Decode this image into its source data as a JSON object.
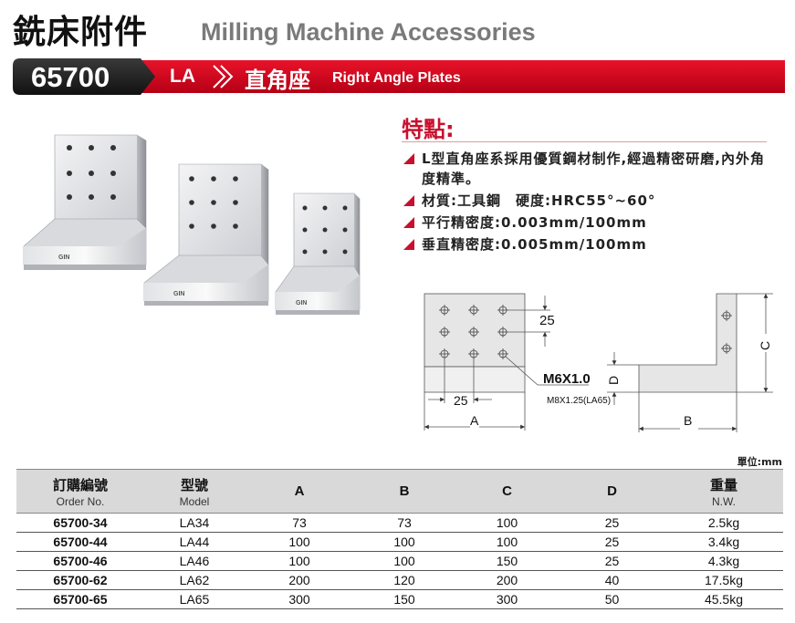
{
  "header": {
    "title_zh": "銑床附件",
    "title_en": "Milling Machine Accessories"
  },
  "banner": {
    "code": "65700",
    "series": "LA",
    "name_zh": "直角座",
    "name_en": "Right Angle Plates",
    "colors": {
      "red": "#d0021b",
      "dark": "#1a1a1a"
    }
  },
  "features": {
    "title": "特點:",
    "items": [
      "L型直角座系採用優質鋼材制作,經過精密研磨,內外角度精準。",
      "材質:工具鋼　硬度:HRC55°~60°",
      "平行精密度:0.003mm/100mm",
      "垂直精密度:0.005mm/100mm"
    ]
  },
  "photo": {
    "brand": "GIN"
  },
  "drawing": {
    "dim_25_v": "25",
    "dim_25_h": "25",
    "dim_A": "A",
    "dim_B": "B",
    "dim_C": "C",
    "dim_D": "D",
    "thread": "M6X1.0",
    "thread_alt": "M8X1.25(LA65)"
  },
  "table": {
    "unit": "單位:mm",
    "headers": [
      {
        "main": "訂購編號",
        "sub": "Order No."
      },
      {
        "main": "型號",
        "sub": "Model"
      },
      {
        "main": "A",
        "sub": ""
      },
      {
        "main": "B",
        "sub": ""
      },
      {
        "main": "C",
        "sub": ""
      },
      {
        "main": "D",
        "sub": ""
      },
      {
        "main": "重量",
        "sub": "N.W."
      }
    ],
    "rows": [
      [
        "65700-34",
        "LA34",
        "73",
        "73",
        "100",
        "25",
        "2.5kg"
      ],
      [
        "65700-44",
        "LA44",
        "100",
        "100",
        "100",
        "25",
        "3.4kg"
      ],
      [
        "65700-46",
        "LA46",
        "100",
        "100",
        "150",
        "25",
        "4.3kg"
      ],
      [
        "65700-62",
        "LA62",
        "200",
        "120",
        "200",
        "40",
        "17.5kg"
      ],
      [
        "65700-65",
        "LA65",
        "300",
        "150",
        "300",
        "50",
        "45.5kg"
      ]
    ]
  }
}
